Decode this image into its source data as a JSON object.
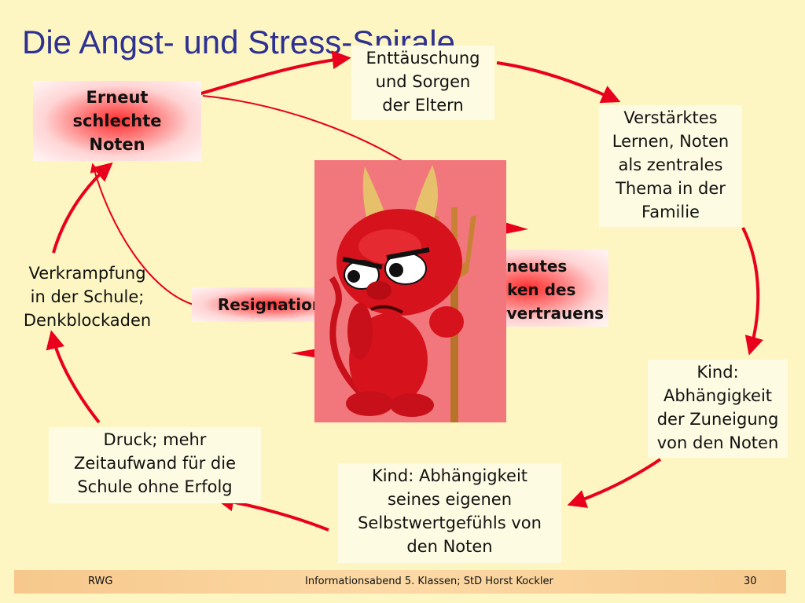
{
  "slide": {
    "title": "Die Angst- und Stress-Spirale"
  },
  "nodes": {
    "erneut": [
      "Erneut",
      "schlechte",
      "Noten"
    ],
    "enttaeuschung": [
      "Enttäuschung",
      "und Sorgen",
      "der Eltern"
    ],
    "verstaerktes": [
      "Verstärktes",
      "Lernen, Noten",
      "als zentrales",
      "Thema in der",
      "Familie"
    ],
    "vertrauen": [
      "Erneutes",
      "Sinken des",
      "Selbstvertrauens"
    ],
    "resignation": "Resignation",
    "verkrampfung": [
      "Verkrampfung",
      "in der Schule;",
      "Denkblockaden"
    ],
    "kind_zuneigung": [
      "Kind:",
      "Abhängigkeit",
      "der Zuneigung",
      "von den Noten"
    ],
    "druck": [
      "Druck; mehr",
      "Zeitaufwand für die",
      "Schule ohne Erfolg"
    ],
    "kind_selbstwert": [
      "Kind: Abhängigkeit",
      "seines eigenen",
      "Selbstwertgefühls von",
      "den Noten"
    ]
  },
  "footer": {
    "left": "RWG",
    "center": "Informationsabend 5. Klassen; StD Horst Kockler",
    "page": "30"
  },
  "colors": {
    "title": "#2e3192",
    "arrow": "#e8001c",
    "background": "#fdf6c3",
    "devil_panel": "#f2777c"
  },
  "icons": {
    "center_image": "red-devil-with-pitchfork"
  }
}
